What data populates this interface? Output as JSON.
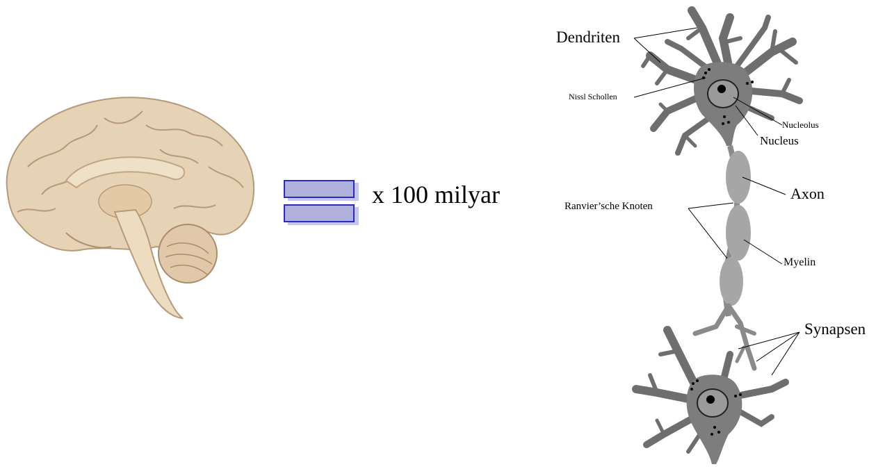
{
  "multiplier_text": "x 100 milyar",
  "labels": {
    "dendriten": "Dendriten",
    "nissl": "Nissl Schollen",
    "nucleolus": "Nucleolus",
    "nucleus": "Nucleus",
    "axon": "Axon",
    "ranvier": "Ranvier’sche Knoten",
    "myelin": "Myelin",
    "synapsen": "Synapsen"
  },
  "colors": {
    "equals_fill": "#9696d2",
    "equals_border": "#2a2ac0",
    "neuron_body": "#7a7a7a",
    "neuron_dendrite": "#6e6e6e",
    "myelin": "#a6a6a6",
    "brain": "#e6d2b4"
  }
}
